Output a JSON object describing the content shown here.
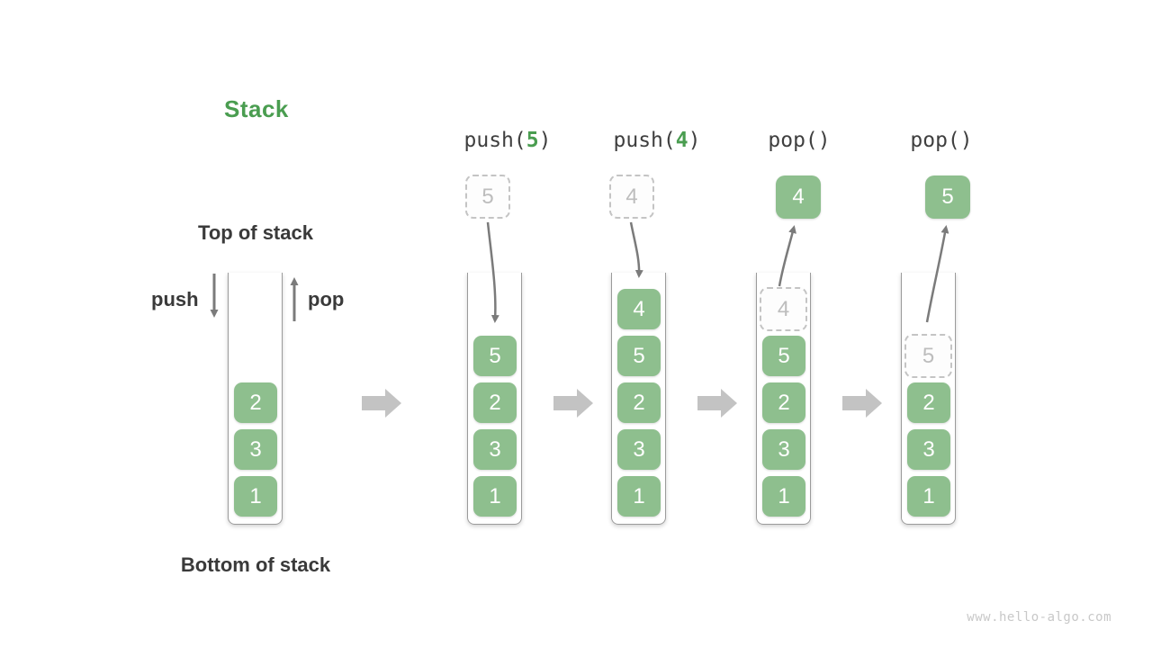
{
  "page": {
    "watermark": "www.hello-algo.com",
    "background": "#ffffff"
  },
  "colors": {
    "accent_green": "#4a9d50",
    "box_green": "#8ebf8e",
    "box_text": "#ffffff",
    "ghost_border": "#c4c4c4",
    "ghost_text": "#bdbdbd",
    "dark_label": "#3a3a3a",
    "mono_label": "#3f3f3f",
    "thin_arrow": "#7b7b7b",
    "block_arrow": "#c3c3c3",
    "container_border": "#9b9b9b",
    "watermark_text": "#c8c8c8"
  },
  "diagram": {
    "title": "Stack",
    "top_label": "Top of stack",
    "bottom_label": "Bottom of stack",
    "push_label": "push",
    "pop_label": "pop",
    "columns": [
      {
        "name": "initial-stack",
        "operation": null,
        "items": [
          "2",
          "3",
          "1"
        ]
      },
      {
        "name": "after-push-5",
        "operation": {
          "prefix": "push(",
          "arg": "5",
          "suffix": ")"
        },
        "floating": {
          "style": "ghost",
          "value": "5"
        },
        "items": [
          "5",
          "2",
          "3",
          "1"
        ]
      },
      {
        "name": "after-push-4",
        "operation": {
          "prefix": "push(",
          "arg": "4",
          "suffix": ")"
        },
        "floating": {
          "style": "ghost",
          "value": "4"
        },
        "items": [
          "4",
          "5",
          "2",
          "3",
          "1"
        ]
      },
      {
        "name": "after-pop-first",
        "operation": {
          "prefix": "pop()",
          "arg": "",
          "suffix": ""
        },
        "floating": {
          "style": "solid",
          "value": "4"
        },
        "ghost_item": "4",
        "items": [
          "5",
          "2",
          "3",
          "1"
        ]
      },
      {
        "name": "after-pop-second",
        "operation": {
          "prefix": "pop()",
          "arg": "",
          "suffix": ""
        },
        "floating": {
          "style": "solid",
          "value": "5"
        },
        "ghost_item": "5",
        "items": [
          "2",
          "3",
          "1"
        ]
      }
    ]
  }
}
